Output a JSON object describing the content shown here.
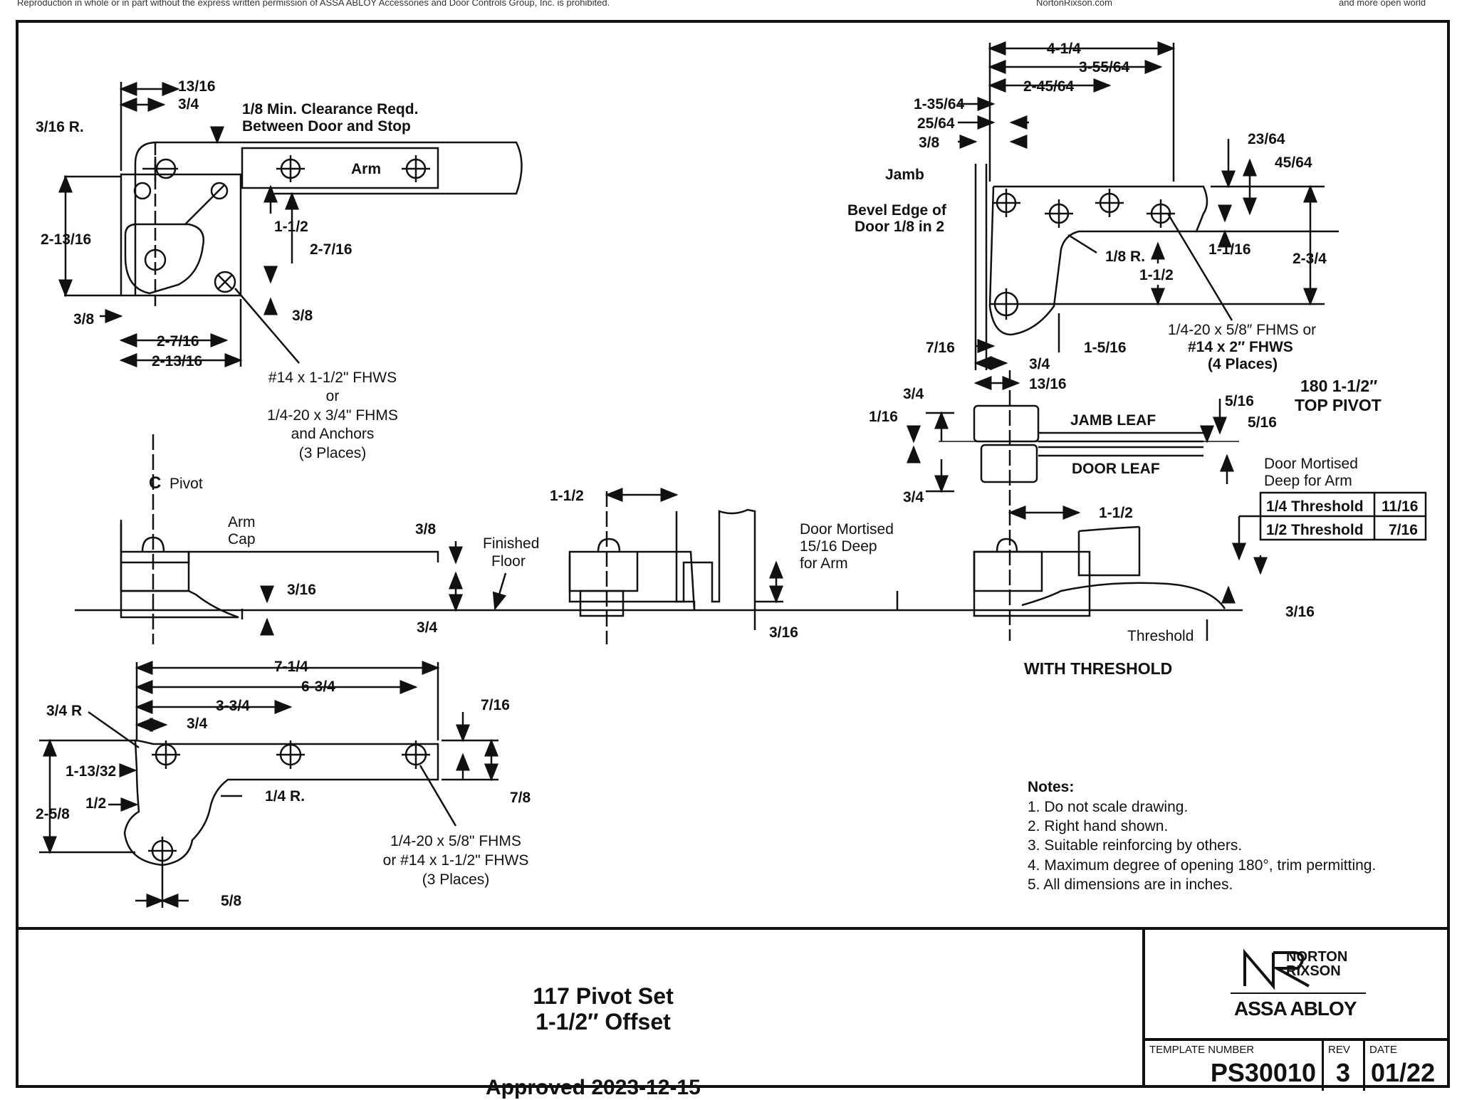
{
  "header": {
    "notice": "Reproduction in whole or in part without the express written permission of ASSA ABLOY Accessories and Door Controls Group, Inc. is prohibited.",
    "site": "NortonRixson.com",
    "tagline": "and more open world"
  },
  "top_left_arm": {
    "dims": [
      "13/16",
      "3/4",
      "3/16 R.",
      "2-13/16",
      "1-1/2",
      "2-7/16",
      "3/8",
      "3/8",
      "2-7/16",
      "2-13/16"
    ],
    "clearance_line1": "1/8 Min. Clearance Reqd.",
    "clearance_line2": "Between Door and Stop",
    "arm_label": "Arm",
    "fastener": [
      "#14 x 1-1/2\" FHWS",
      "or",
      "1/4-20 x 3/4\" FHMS",
      "and Anchors",
      "(3 Places)"
    ]
  },
  "top_pivot": {
    "dims_top": [
      "4-1/4",
      "3-55/64",
      "2-45/64",
      "1-35/64",
      "25/64",
      "3/8"
    ],
    "jamb": "Jamb",
    "bevel_line1": "Bevel Edge of",
    "bevel_line2": "Door 1/8 in 2",
    "dims_right": [
      "23/64",
      "45/64",
      "1-1/16",
      "2-3/4"
    ],
    "radius": "1/8 R.",
    "dim_1_1_2": "1-1/2",
    "dims_bottom": [
      "7/16",
      "1-5/16",
      "3/4",
      "13/16"
    ],
    "fastener": [
      "1/4-20 x 5/8″ FHMS or",
      "#14 x 2″ FHWS",
      "(4 Places)"
    ],
    "title_line1": "180 1-1/2″",
    "title_line2": "TOP PIVOT"
  },
  "leaves": {
    "dims_left": [
      "3/4",
      "1/16",
      "3/4"
    ],
    "jamb_leaf": "JAMB LEAF",
    "door_leaf": "DOOR LEAF",
    "dims_right": [
      "5/16",
      "5/16"
    ]
  },
  "mortise_table": {
    "title_line1": "Door Mortised",
    "title_line2": "Deep for Arm",
    "rows": [
      {
        "label": "1/4 Threshold",
        "value": "11/16"
      },
      {
        "label": "1/2 Threshold",
        "value": "7/16"
      }
    ]
  },
  "floor_section": {
    "pivot": "Pivot",
    "pivot_symbol": "C",
    "arm_cap_line1": "Arm",
    "arm_cap_line2": "Cap",
    "dims": [
      "3/8",
      "3/16",
      "3/4",
      "1-1/2",
      "3/16",
      "1-1/2",
      "3/16"
    ],
    "finished_floor_line1": "Finished",
    "finished_floor_line2": "Floor",
    "mortise_line1": "Door Mortised",
    "mortise_line2": "15/16 Deep",
    "mortise_line3": "for Arm",
    "threshold": "Threshold",
    "with_threshold": "WITH THRESHOLD"
  },
  "bottom_arm": {
    "dims": [
      "7-1/4",
      "6-3/4",
      "3-3/4",
      "3/4",
      "3/4 R",
      "7/16",
      "1-13/32",
      "1/4 R.",
      "7/8",
      "1/2",
      "2-5/8",
      "5/8"
    ],
    "fastener": [
      "1/4-20 x 5/8\" FHMS",
      "or #14 x 1-1/2\" FHWS",
      "(3 Places)"
    ]
  },
  "notes": {
    "title": "Notes:",
    "items": [
      "1.  Do not scale drawing.",
      "2.  Right hand shown.",
      "3.  Suitable reinforcing by others.",
      "4.  Maximum degree of opening 180°, trim permitting.",
      "5.  All dimensions are in inches."
    ]
  },
  "title_block": {
    "title_line1": "117 Pivot Set",
    "title_line2": "1-1/2″ Offset",
    "approved": "Approved   2023-12-15",
    "brand_line1": "NORTON",
    "brand_line2": "RIXSON",
    "brand_parent": "ASSA ABLOY",
    "template_caption": "TEMPLATE NUMBER",
    "template_number": "PS30010",
    "rev_caption": "REV",
    "rev": "3",
    "date_caption": "DATE",
    "date": "01/22"
  }
}
